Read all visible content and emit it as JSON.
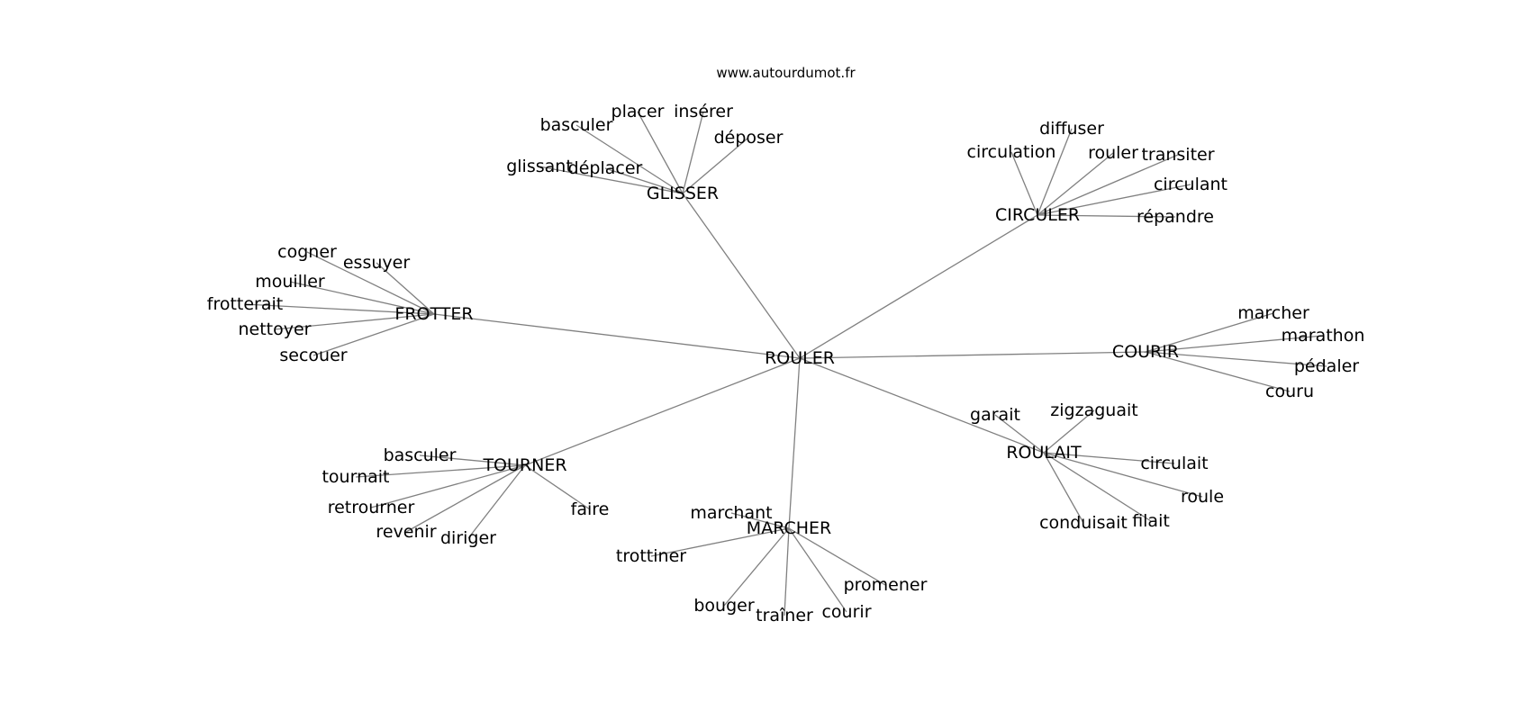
{
  "source": "www.autourdumot.fr",
  "edge_color": "#808080",
  "text_color": "#000000",
  "root": {
    "id": "rouler",
    "label": "ROULER"
  },
  "hubs": [
    {
      "id": "glisser",
      "label": "GLISSER",
      "leaves": [
        "basculer",
        "placer",
        "insérer",
        "déposer",
        "glissant",
        "déplacer"
      ]
    },
    {
      "id": "circuler",
      "label": "CIRCULER",
      "leaves": [
        "diffuser",
        "circulation",
        "rouler",
        "transiter",
        "circulant",
        "répandre"
      ]
    },
    {
      "id": "frotter",
      "label": "FROTTER",
      "leaves": [
        "cogner",
        "essuyer",
        "mouiller",
        "frotterait",
        "nettoyer",
        "secouer"
      ]
    },
    {
      "id": "courir",
      "label": "COURIR",
      "leaves": [
        "marcher",
        "marathon",
        "pédaler",
        "couru"
      ]
    },
    {
      "id": "roulait",
      "label": "ROULAIT",
      "leaves": [
        "garait",
        "zigzaguait",
        "circulait",
        "roule",
        "filait",
        "conduisait"
      ]
    },
    {
      "id": "tourner",
      "label": "TOURNER",
      "leaves": [
        "basculer",
        "tournait",
        "retrourner",
        "revenir",
        "diriger",
        "faire"
      ]
    },
    {
      "id": "marcher",
      "label": "MARCHER",
      "leaves": [
        "marchant",
        "trottiner",
        "bouger",
        "traîner",
        "courir",
        "promener"
      ]
    }
  ]
}
